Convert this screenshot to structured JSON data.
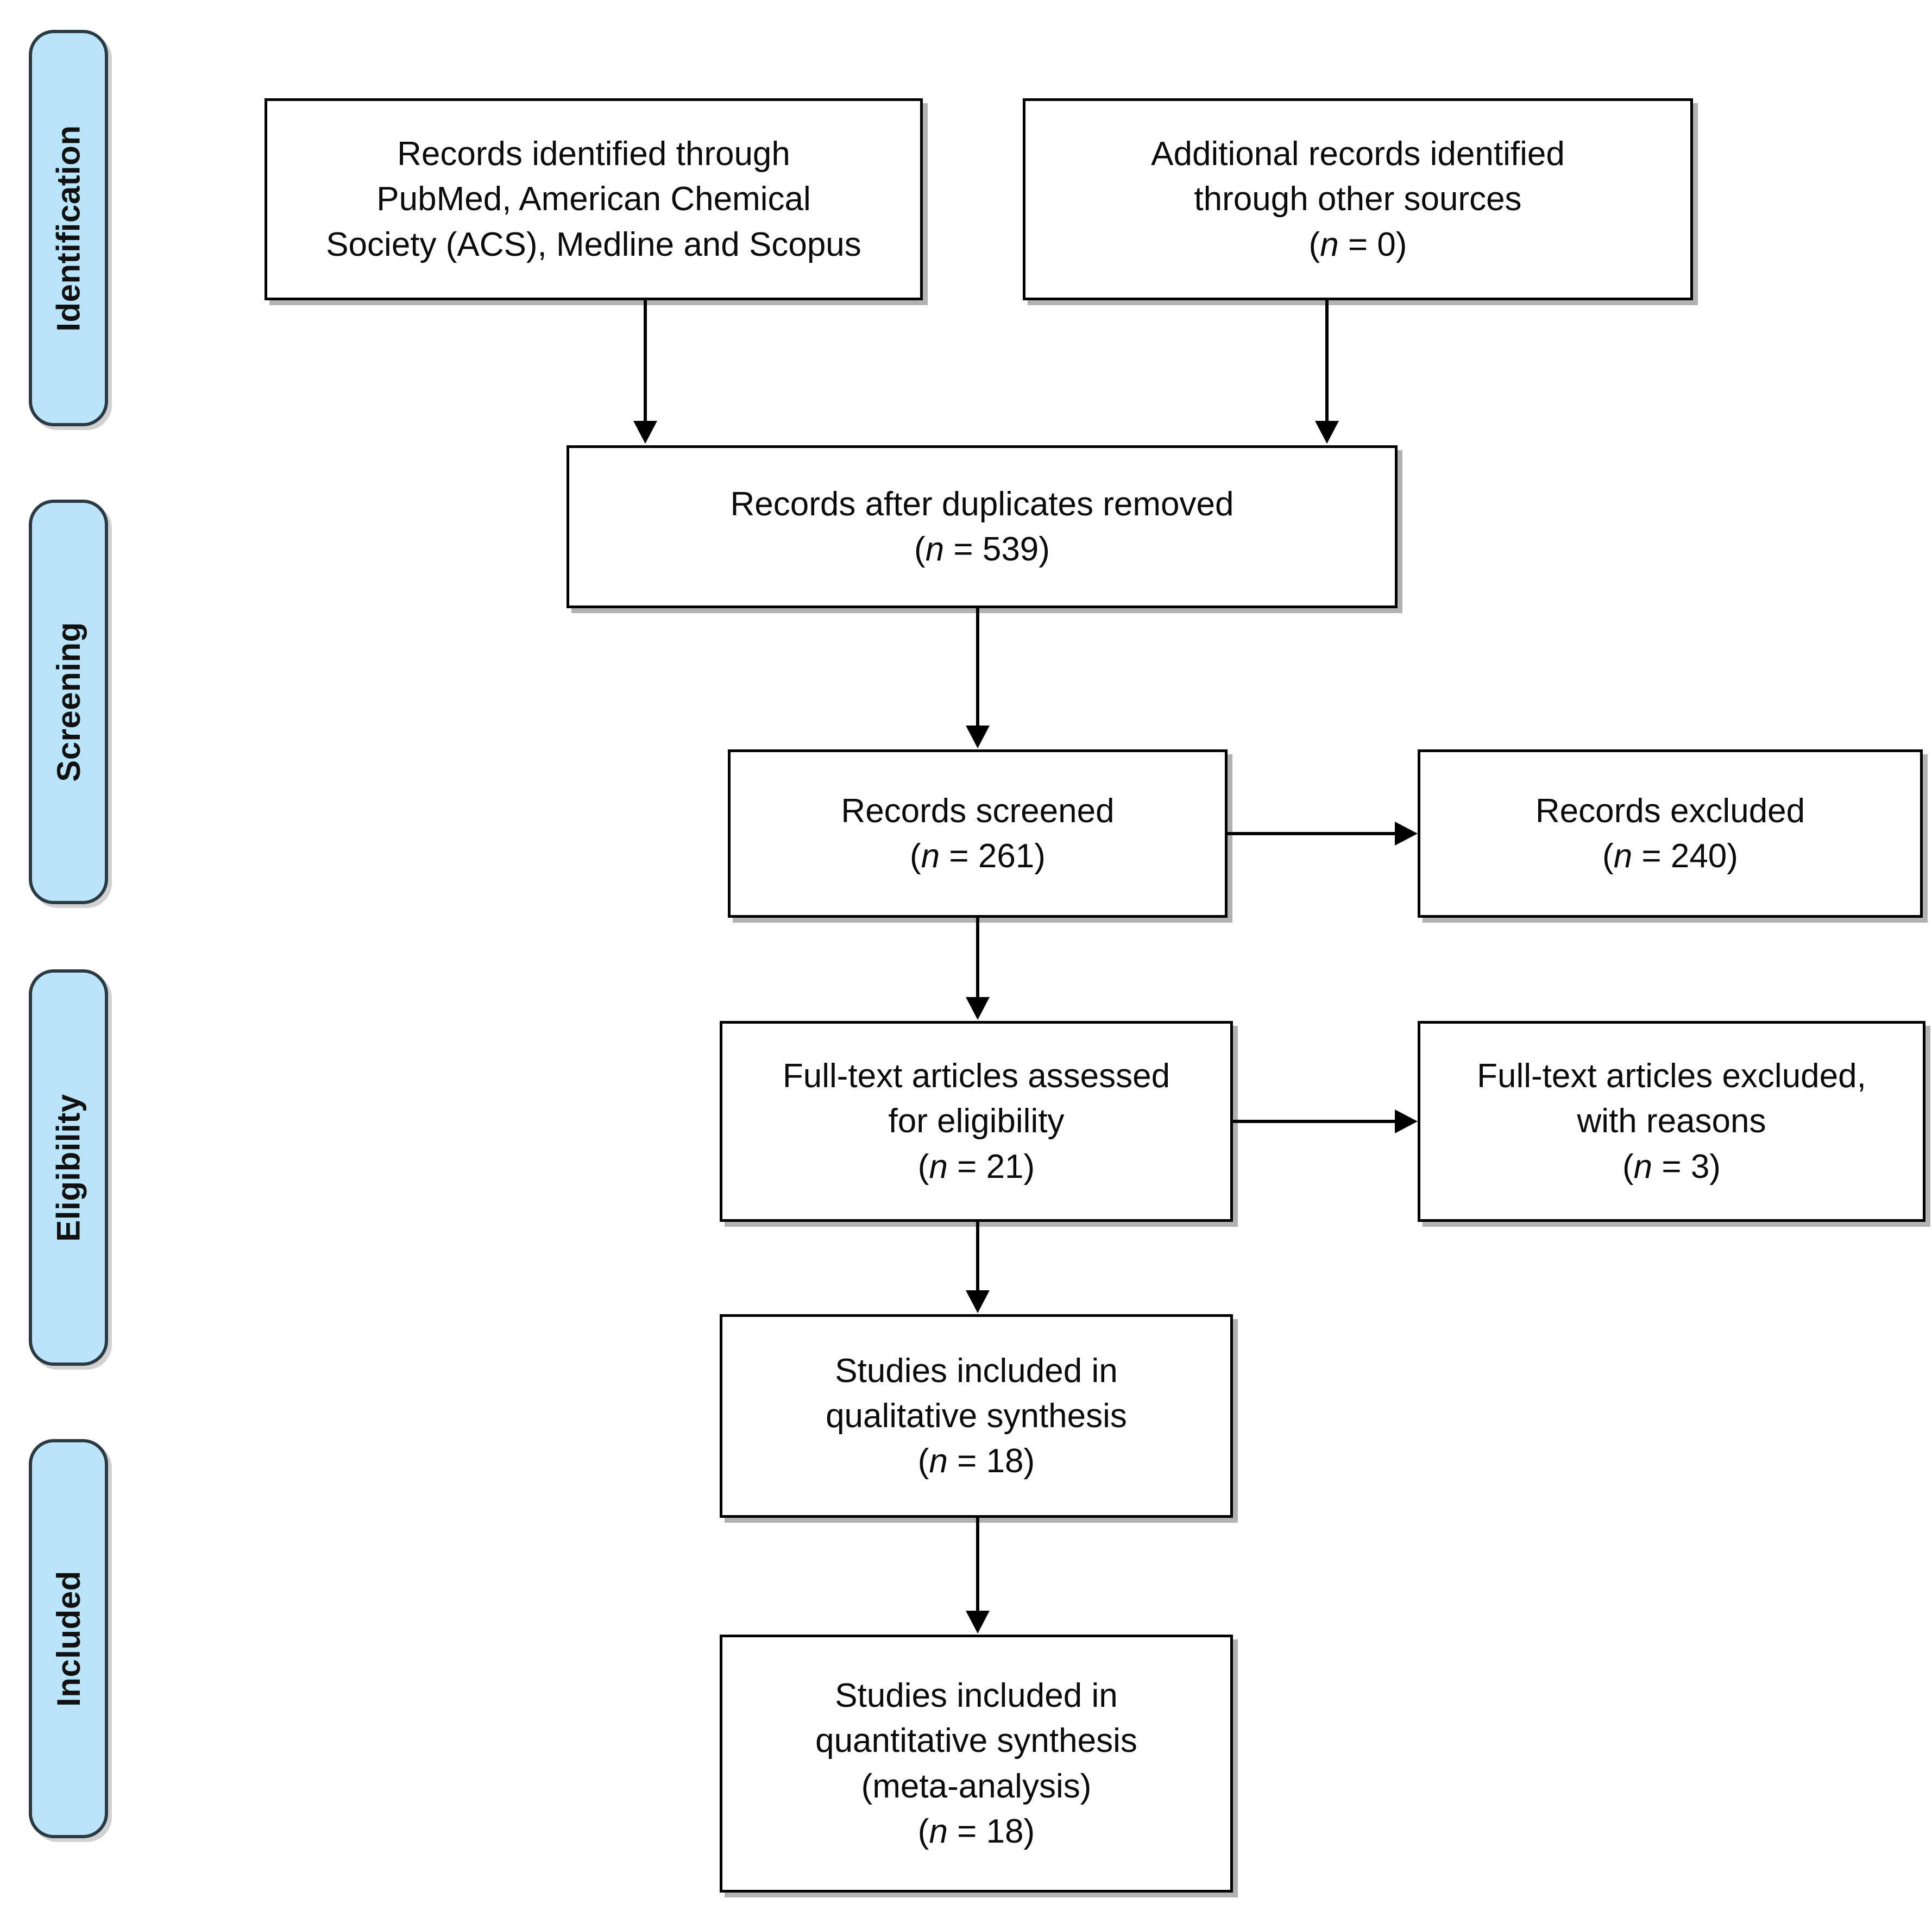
{
  "figure": {
    "type": "prisma-flow-diagram",
    "accent_color": "#B9E4F9",
    "border_color": "#000000",
    "tab_border_color": "#2b3942"
  },
  "stages": [
    {
      "id": "identification",
      "label": "Identification"
    },
    {
      "id": "screening",
      "label": "Screening"
    },
    {
      "id": "eligibility",
      "label": "Eligibility"
    },
    {
      "id": "included",
      "label": "Included"
    }
  ],
  "boxes": {
    "identified_db": {
      "line1": "Records identified through",
      "line2": "PubMed, American Chemical",
      "line3": "Society (ACS), Medline and Scopus"
    },
    "identified_other": {
      "line1": "Additional records identified",
      "line2": "through other sources",
      "n_prefix": "(",
      "n_italic": "n",
      "n_suffix": " = 0)",
      "n_value": 0
    },
    "duplicates_removed": {
      "line1": "Records after duplicates removed",
      "n_prefix": "(",
      "n_italic": "n",
      "n_suffix": " = 539)",
      "n_value": 539
    },
    "records_screened": {
      "line1": "Records screened",
      "n_prefix": "(",
      "n_italic": "n",
      "n_suffix": " = 261)",
      "n_value": 261
    },
    "records_excluded": {
      "line1": "Records excluded",
      "n_prefix": "(",
      "n_italic": "n",
      "n_suffix": " = 240)",
      "n_value": 240
    },
    "fulltext_assessed": {
      "line1": "Full-text articles assessed",
      "line2": "for eligibility",
      "n_prefix": "(",
      "n_italic": "n",
      "n_suffix": " = 21)",
      "n_value": 21
    },
    "fulltext_excluded": {
      "line1": "Full-text articles excluded,",
      "line2": "with reasons",
      "n_prefix": "(",
      "n_italic": "n",
      "n_suffix": " = 3)",
      "n_value": 3
    },
    "qualitative_synthesis": {
      "line1": "Studies included in",
      "line2": "qualitative synthesis",
      "n_prefix": "(",
      "n_italic": "n",
      "n_suffix": " = 18)",
      "n_value": 18
    },
    "quantitative_synthesis": {
      "line1": "Studies included in",
      "line2": "quantitative synthesis",
      "line3": "(meta-analysis)",
      "n_prefix": "(",
      "n_italic": "n",
      "n_suffix": " = 18)",
      "n_value": 18
    }
  }
}
